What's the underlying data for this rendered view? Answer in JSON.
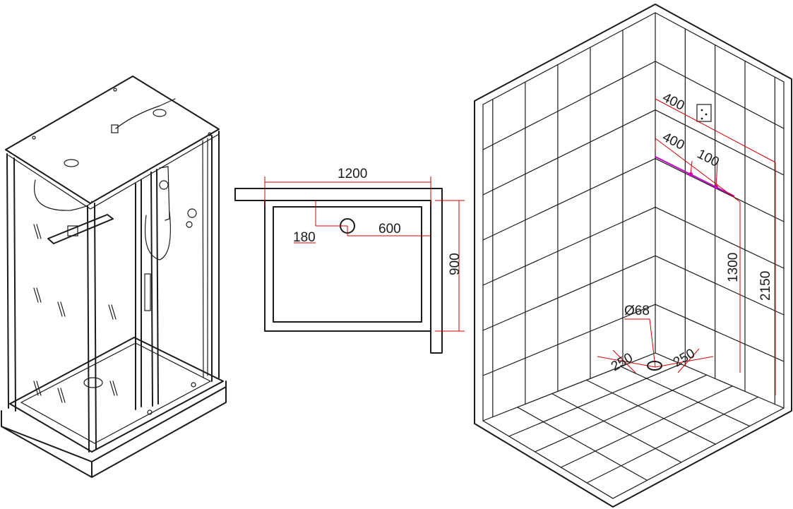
{
  "cabin": {
    "name": "shower-cabin-perspective"
  },
  "plan": {
    "width_mm": "1200",
    "depth_mm": "900",
    "drain_from_back": "180",
    "drain_from_side": "600"
  },
  "room": {
    "inlet_width": "400",
    "inlet_lower_width": "400",
    "inlet_spacing": "100",
    "inlet_height": "1300",
    "box_height": "2150",
    "drain_diameter": "Ø68",
    "drain_offset_left": "250",
    "drain_offset_right": "250"
  },
  "colors": {
    "outline": "#1a1a1a",
    "dimension": "#d40000",
    "pipe": "#c000c0"
  }
}
